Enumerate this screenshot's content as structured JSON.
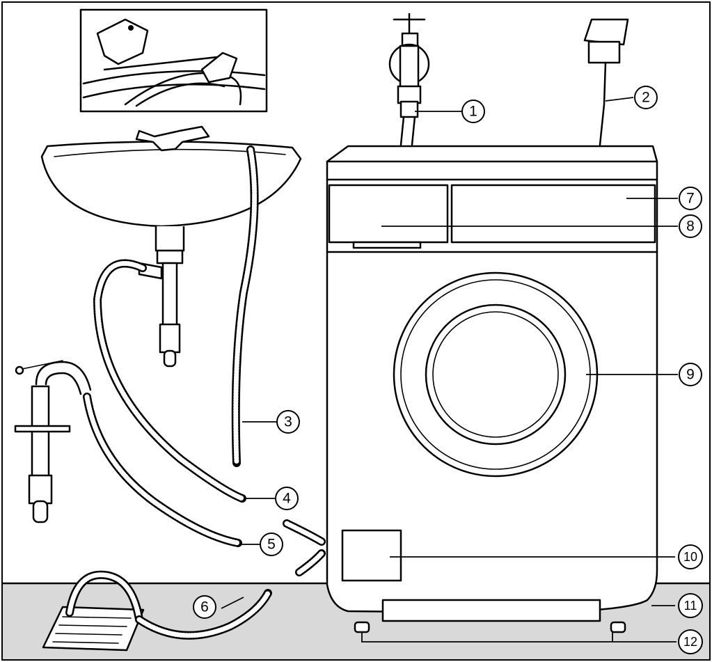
{
  "colors": {
    "floor": "#d9d9d9",
    "line": "#000000",
    "background": "#ffffff"
  },
  "callouts": [
    {
      "label": "1"
    },
    {
      "label": "2"
    },
    {
      "label": "3"
    },
    {
      "label": "4"
    },
    {
      "label": "5"
    },
    {
      "label": "6"
    },
    {
      "label": "7"
    },
    {
      "label": "8"
    },
    {
      "label": "9"
    },
    {
      "label": "10"
    },
    {
      "label": "11"
    },
    {
      "label": "12"
    }
  ]
}
